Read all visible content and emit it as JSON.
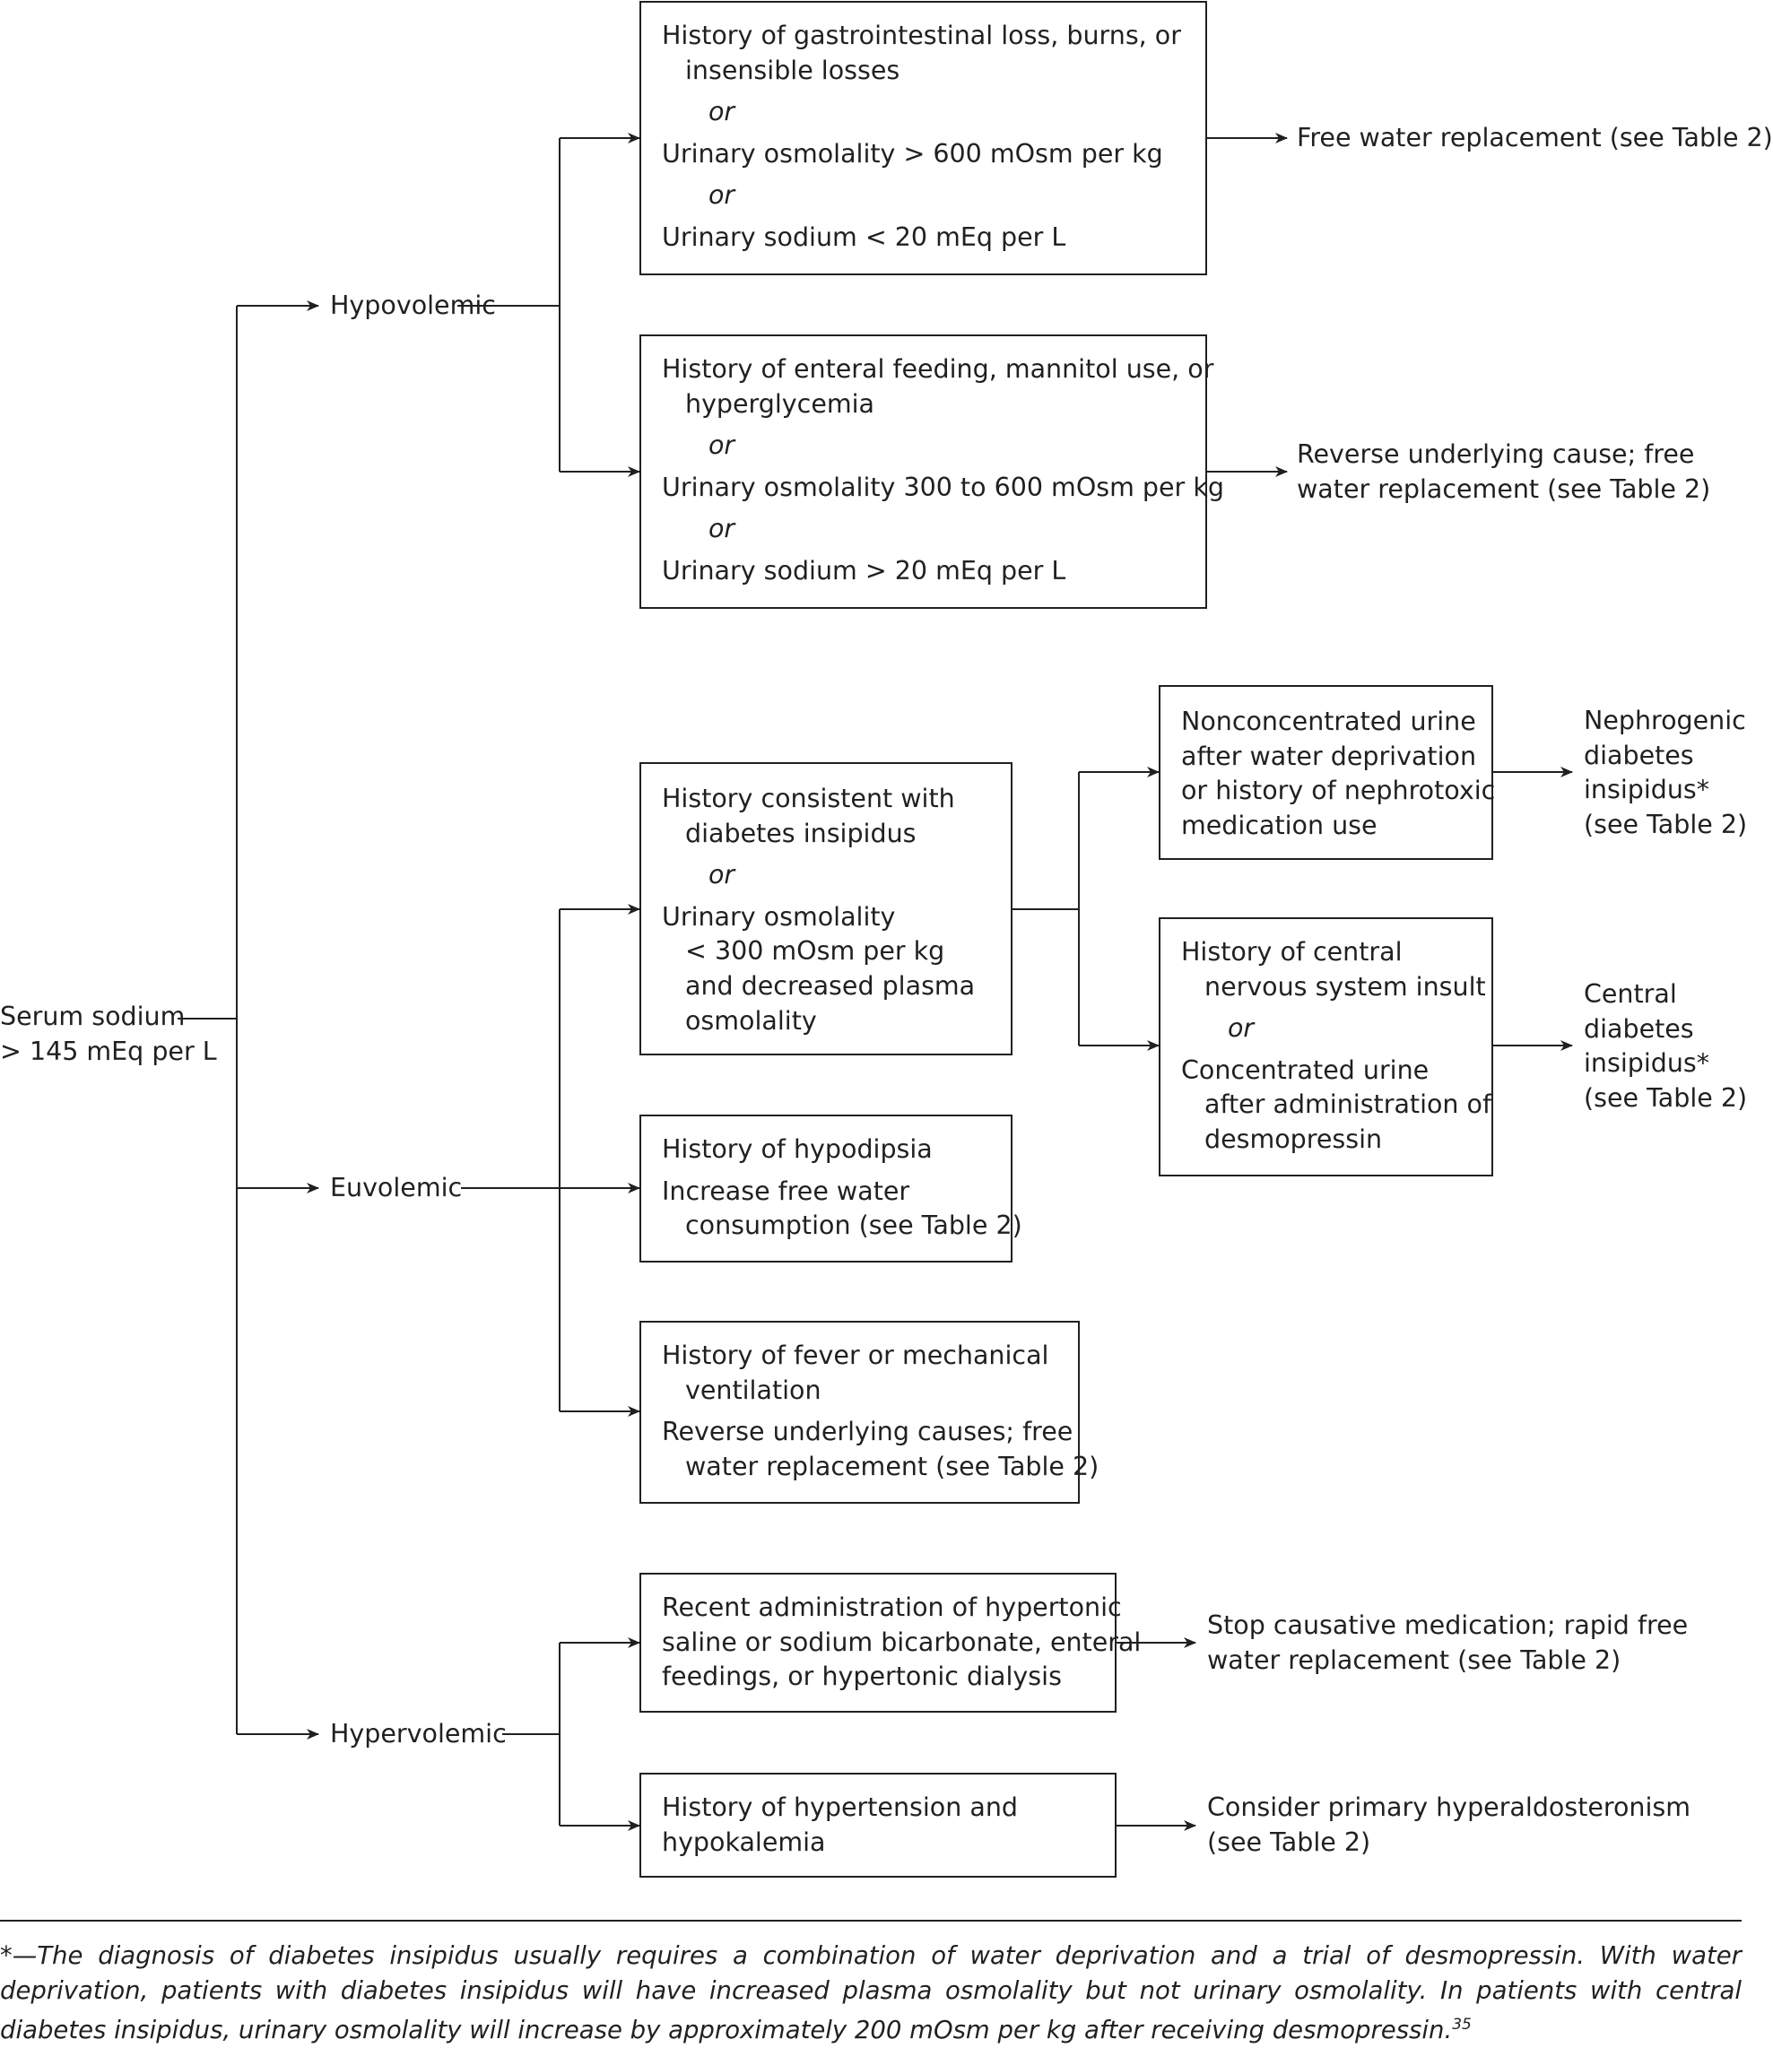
{
  "start": {
    "line1": "Serum sodium",
    "line2": "> 145 mEq per L"
  },
  "branches": {
    "hypovolemic": "Hypovolemic",
    "euvolemic": "Euvolemic",
    "hypervolemic": "Hypervolemic"
  },
  "connector_or": "or",
  "boxes": {
    "hypo1": {
      "lines": [
        "History of gastrointestinal loss, burns, or",
        "insensible losses",
        "or",
        "Urinary osmolality > 600 mOsm per kg",
        "or",
        "Urinary sodium < 20 mEq per L"
      ],
      "outcome": [
        "Free water replacement (see Table 2)"
      ]
    },
    "hypo2": {
      "lines": [
        "History of enteral feeding, mannitol use, or",
        "hyperglycemia",
        "or",
        "Urinary osmolality 300 to 600 mOsm per kg",
        "or",
        "Urinary sodium > 20 mEq per L"
      ],
      "outcome": [
        "Reverse underlying cause; free",
        "water replacement (see Table 2)"
      ]
    },
    "eu1": {
      "lines": [
        "History consistent with",
        "diabetes insipidus",
        "or",
        "Urinary osmolality",
        "< 300 mOsm per kg",
        "and decreased plasma",
        "osmolality"
      ]
    },
    "eu1a": {
      "lines": [
        "Nonconcentrated urine",
        "after water deprivation",
        "or history of nephrotoxic",
        "medication use"
      ],
      "outcome": [
        "Nephrogenic",
        "diabetes",
        "insipidus*",
        "(see Table 2)"
      ]
    },
    "eu1b": {
      "lines": [
        "History of central",
        "nervous system insult",
        "or",
        "Concentrated urine",
        "after administration of",
        "desmopressin"
      ],
      "outcome": [
        "Central",
        "diabetes",
        "insipidus*",
        "(see Table 2)"
      ]
    },
    "eu2": {
      "lines": [
        "History of hypodipsia",
        "Increase free water",
        "consumption (see Table 2)"
      ]
    },
    "eu3": {
      "lines": [
        "History of fever or mechanical",
        "ventilation",
        "Reverse underlying causes; free",
        "water replacement (see Table 2)"
      ]
    },
    "hyper1": {
      "lines": [
        "Recent administration of hypertonic",
        "saline or sodium bicarbonate, enteral",
        "feedings, or hypertonic dialysis"
      ],
      "outcome": [
        "Stop causative medication; rapid free",
        "water replacement (see Table 2)"
      ]
    },
    "hyper2": {
      "lines": [
        "History of hypertension and",
        "hypokalemia"
      ],
      "outcome": [
        "Consider primary hyperaldosteronism",
        "(see Table 2)"
      ]
    }
  },
  "footnote": {
    "text": "*—The diagnosis of diabetes insipidus usually requires a combination of water deprivation and a trial of desmopressin. With water deprivation, patients with diabetes insipidus will have increased plasma osmolality but not urinary osmolality. In patients with central diabetes insipidus, urinary osmolality will increase by approximately 200 mOsm per kg after receiving desmopressin.",
    "ref": "35"
  }
}
